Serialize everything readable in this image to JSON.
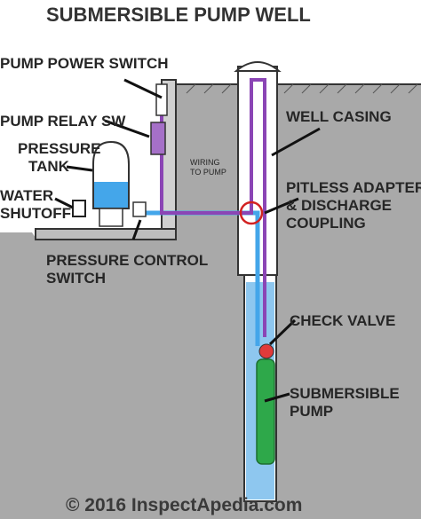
{
  "title": "SUBMERSIBLE PUMP WELL",
  "labels": {
    "pump_power_switch": "PUMP POWER SWITCH",
    "pump_relay_sw": "PUMP RELAY SW",
    "pressure_tank_line1": "PRESSURE",
    "pressure_tank_line2": "TANK",
    "water_shutoff_line1": "WATER",
    "water_shutoff_line2": "SHUTOFF",
    "pressure_control_line1": "PRESSURE CONTROL",
    "pressure_control_line2": "SWITCH",
    "well_casing": "WELL CASING",
    "pitless_line1": "PITLESS ADAPTER",
    "pitless_line2": "& DISCHARGE",
    "pitless_line3": "COUPLING",
    "check_valve": "CHECK VALVE",
    "submersible_line1": "SUBMERSIBLE",
    "submersible_line2": "PUMP",
    "wiring_line1": "WIRING",
    "wiring_line2": "TO PUMP"
  },
  "footer": "© 2016 InspectApedia.com",
  "colors": {
    "ground": "#a9a9a9",
    "water": "#44a6ea",
    "wire": "#8b45b5",
    "pump_green": "#2ea84a",
    "check_valve_red": "#e03a3a",
    "line_dark": "#222222"
  }
}
